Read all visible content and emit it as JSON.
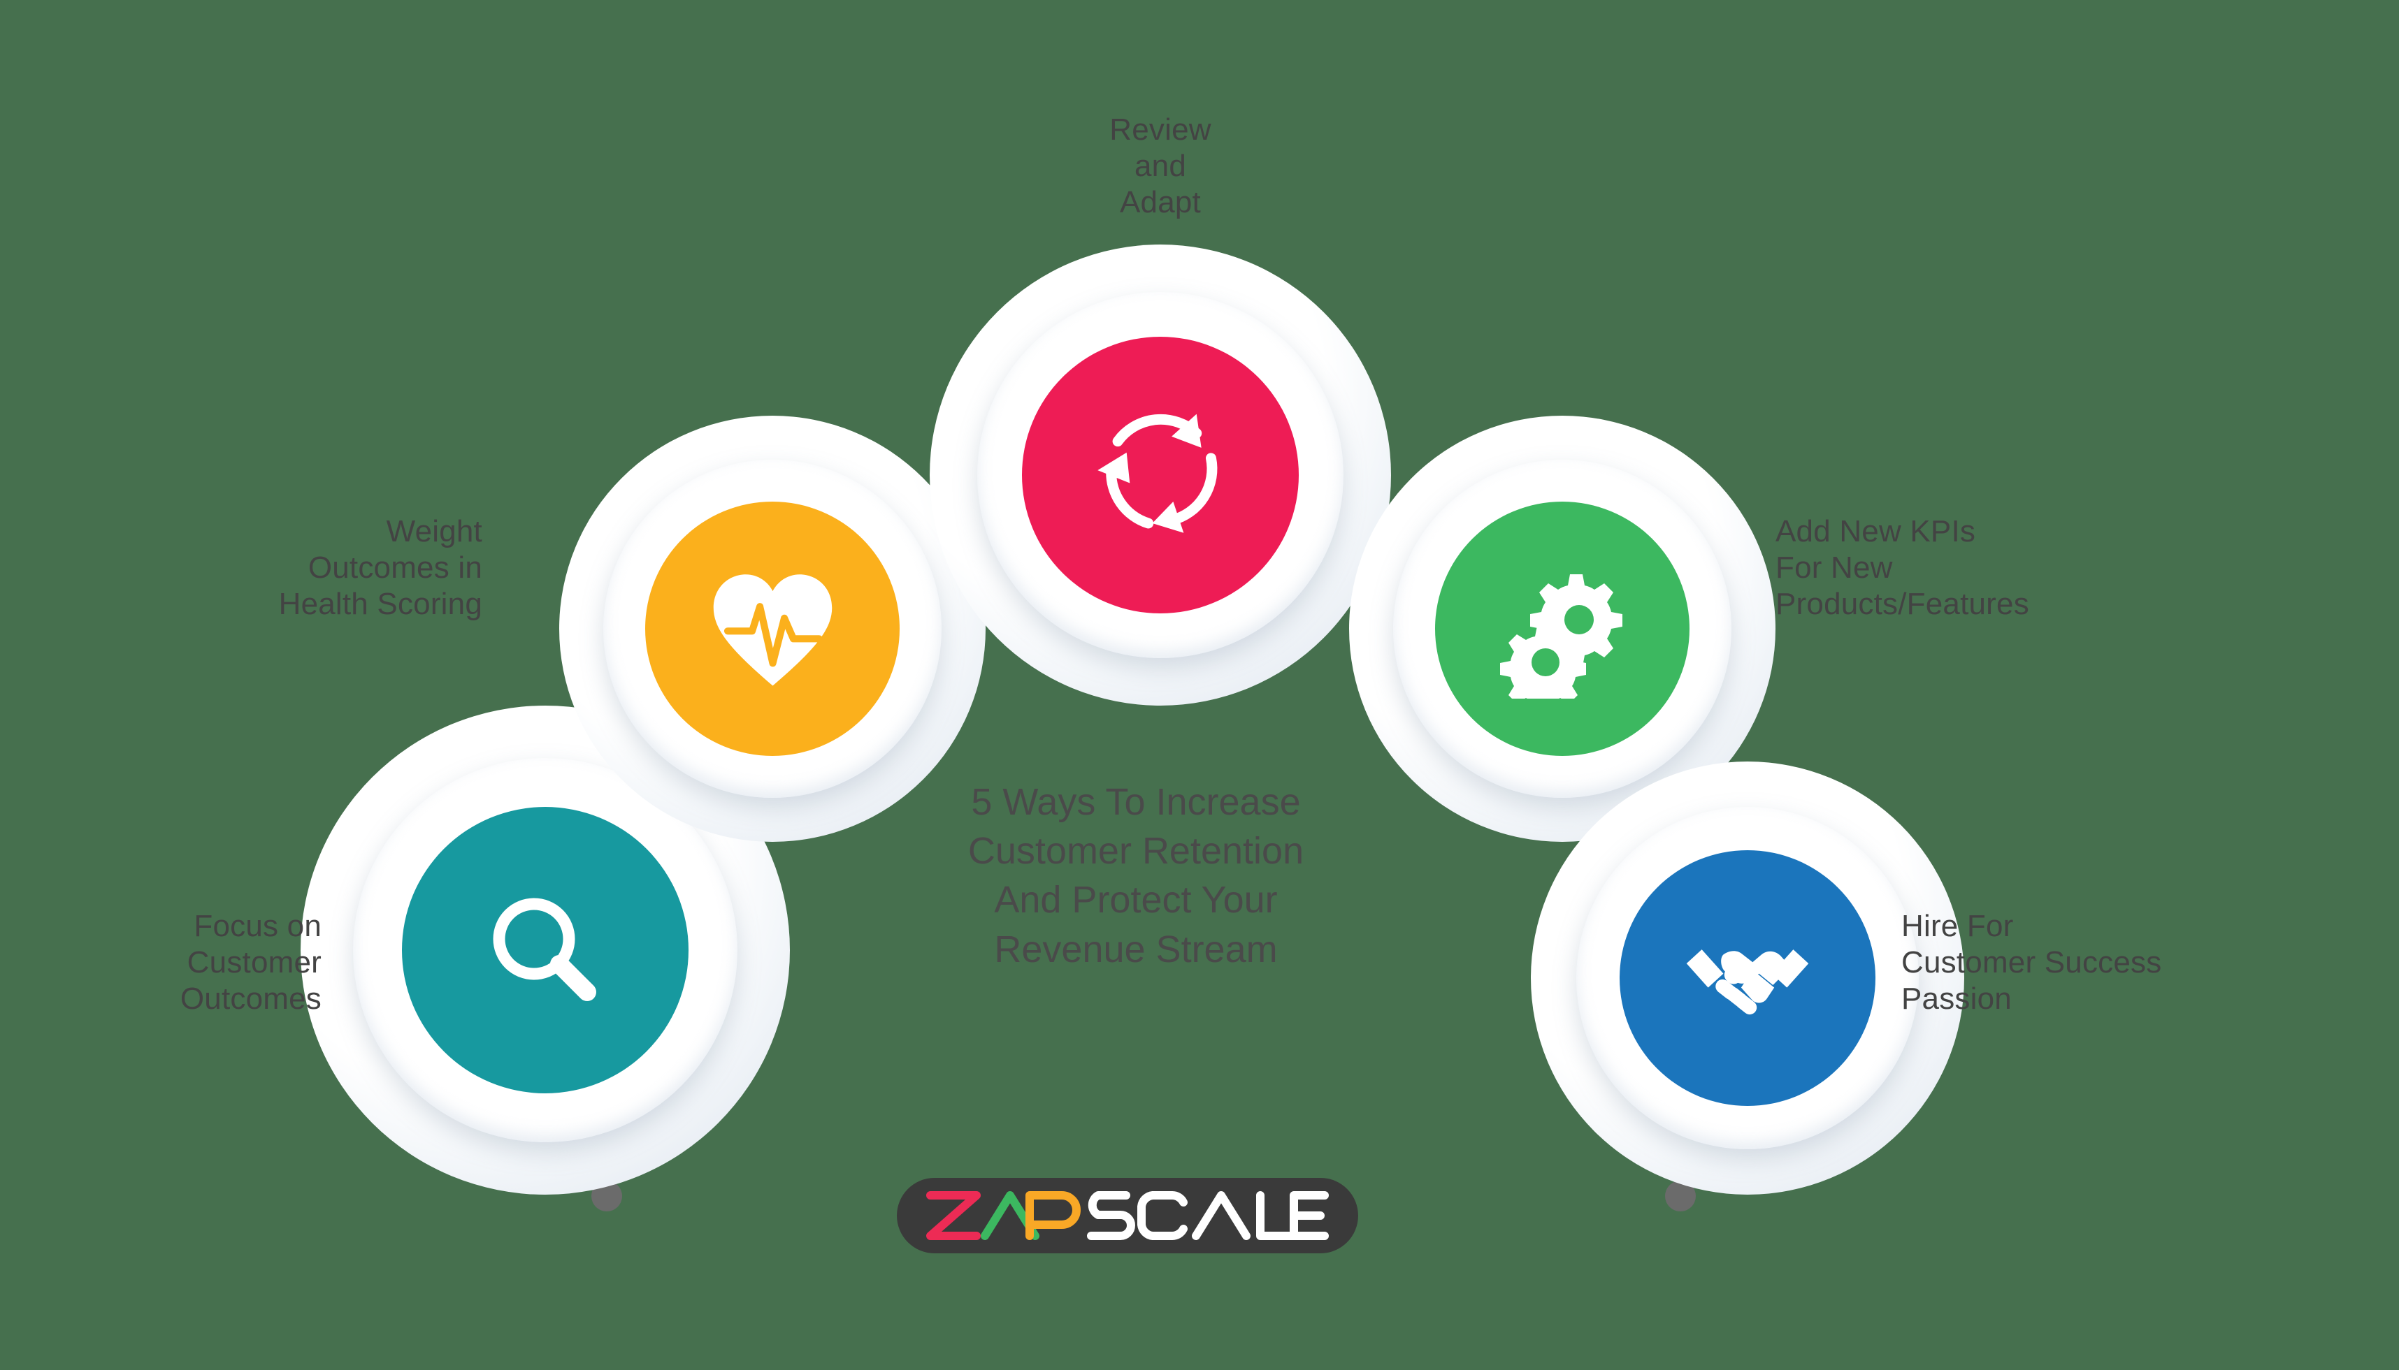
{
  "background_color": "#46704E",
  "title": {
    "text": "5 Ways To Increase\nCustomer Retention\nAnd Protect Your\nRevenue Stream",
    "color": "#4a4a4a"
  },
  "nodes": [
    {
      "id": "focus-customer-outcomes",
      "label": "Focus on\nCustomer\nOutcomes",
      "icon": "magnifier-icon",
      "color": "#17999F",
      "label_align": "right"
    },
    {
      "id": "weight-outcomes-health-scoring",
      "label": "Weight\nOutcomes in\nHealth Scoring",
      "icon": "heart-pulse-icon",
      "color": "#FBB01C",
      "label_align": "right"
    },
    {
      "id": "review-and-adapt",
      "label": "Review\nand\nAdapt",
      "icon": "refresh-cycle-icon",
      "color": "#EE1C55",
      "label_align": "center"
    },
    {
      "id": "add-new-kpis",
      "label": "Add New KPIs\nFor New\nProducts/Features",
      "icon": "gears-icon",
      "color": "#3CB860",
      "label_align": "left"
    },
    {
      "id": "hire-customer-success-passion",
      "label": "Hire For\nCustomer Success\nPassion",
      "icon": "handshake-icon",
      "color": "#1B75BC",
      "label_align": "left"
    }
  ],
  "connector": {
    "color": "#555555",
    "endpoint_dot_color": "#6b6b6b"
  },
  "logo": {
    "name": "zapscale-logo",
    "text_z": "Z",
    "text_a": "A",
    "text_p": "P",
    "text_scale": "SCALE",
    "color_z": "#ED2B55",
    "color_a": "#3CB860",
    "color_p": "#F9A826",
    "color_scale": "#FFFFFF",
    "pill_color": "#3a3a3a"
  }
}
